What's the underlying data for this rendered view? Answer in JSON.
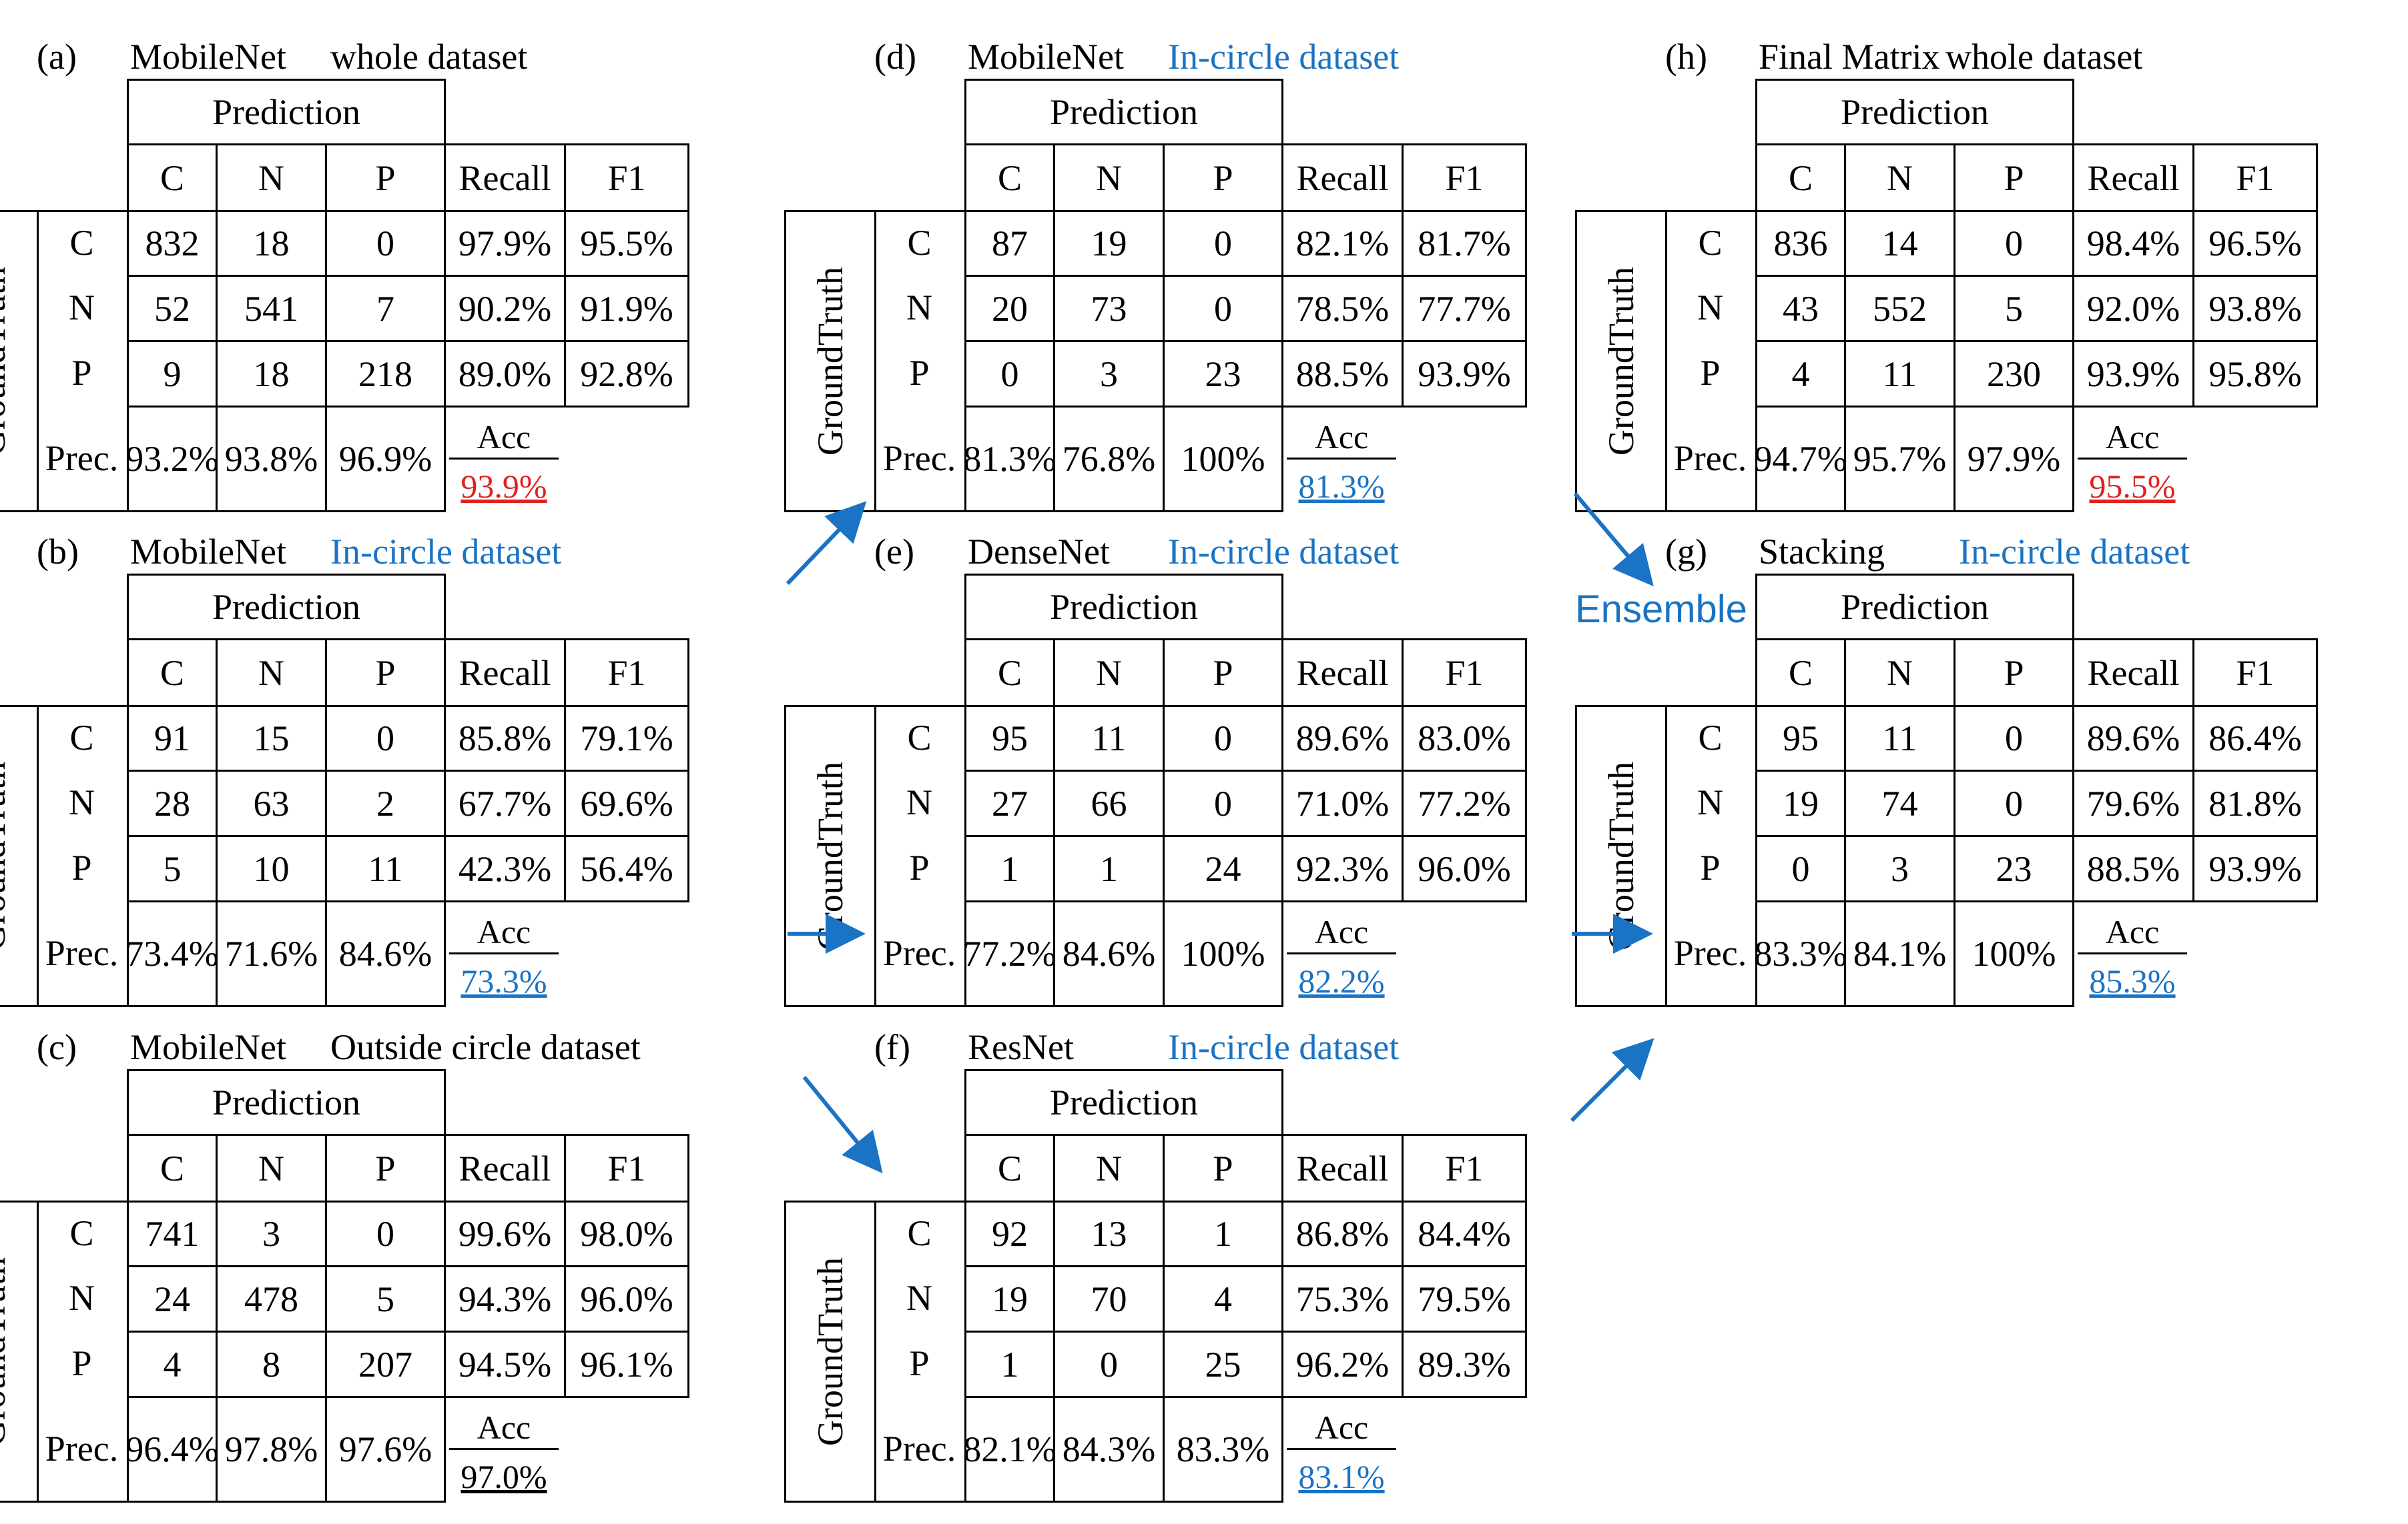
{
  "common": {
    "prediction": "Prediction",
    "groundtruth": "GroundTruth",
    "classes": [
      "C",
      "N",
      "P"
    ],
    "recall": "Recall",
    "f1": "F1",
    "prec": "Prec.",
    "acc": "Acc"
  },
  "ensemble_label": "Ensemble",
  "colors": {
    "blue": "#1a73c4",
    "red": "#e02020",
    "black": "#000000"
  },
  "panels": [
    {
      "id": "a",
      "label": "(a)",
      "model": "MobileNet",
      "dataset": "whole dataset",
      "dataset_color": "black",
      "rows": [
        [
          "832",
          "18",
          "0",
          "97.9%",
          "95.5%"
        ],
        [
          "52",
          "541",
          "7",
          "90.2%",
          "91.9%"
        ],
        [
          "9",
          "18",
          "218",
          "89.0%",
          "92.8%"
        ]
      ],
      "prec": [
        "93.2%",
        "93.8%",
        "96.9%"
      ],
      "acc": "93.9%",
      "acc_color": "red"
    },
    {
      "id": "b",
      "label": "(b)",
      "model": "MobileNet",
      "dataset": "In-circle dataset",
      "dataset_color": "blue",
      "rows": [
        [
          "91",
          "15",
          "0",
          "85.8%",
          "79.1%"
        ],
        [
          "28",
          "63",
          "2",
          "67.7%",
          "69.6%"
        ],
        [
          "5",
          "10",
          "11",
          "42.3%",
          "56.4%"
        ]
      ],
      "prec": [
        "73.4%",
        "71.6%",
        "84.6%"
      ],
      "acc": "73.3%",
      "acc_color": "blue"
    },
    {
      "id": "c",
      "label": "(c)",
      "model": "MobileNet",
      "dataset": "Outside circle dataset",
      "dataset_color": "black",
      "rows": [
        [
          "741",
          "3",
          "0",
          "99.6%",
          "98.0%"
        ],
        [
          "24",
          "478",
          "5",
          "94.3%",
          "96.0%"
        ],
        [
          "4",
          "8",
          "207",
          "94.5%",
          "96.1%"
        ]
      ],
      "prec": [
        "96.4%",
        "97.8%",
        "97.6%"
      ],
      "acc": "97.0%",
      "acc_color": "black"
    },
    {
      "id": "d",
      "label": "(d)",
      "model": "MobileNet",
      "dataset": "In-circle dataset",
      "dataset_color": "blue",
      "rows": [
        [
          "87",
          "19",
          "0",
          "82.1%",
          "81.7%"
        ],
        [
          "20",
          "73",
          "0",
          "78.5%",
          "77.7%"
        ],
        [
          "0",
          "3",
          "23",
          "88.5%",
          "93.9%"
        ]
      ],
      "prec": [
        "81.3%",
        "76.8%",
        "100%"
      ],
      "acc": "81.3%",
      "acc_color": "blue"
    },
    {
      "id": "e",
      "label": "(e)",
      "model": "DenseNet",
      "dataset": "In-circle dataset",
      "dataset_color": "blue",
      "rows": [
        [
          "95",
          "11",
          "0",
          "89.6%",
          "83.0%"
        ],
        [
          "27",
          "66",
          "0",
          "71.0%",
          "77.2%"
        ],
        [
          "1",
          "1",
          "24",
          "92.3%",
          "96.0%"
        ]
      ],
      "prec": [
        "77.2%",
        "84.6%",
        "100%"
      ],
      "acc": "82.2%",
      "acc_color": "blue"
    },
    {
      "id": "f",
      "label": "(f)",
      "model": "ResNet",
      "dataset": "In-circle dataset",
      "dataset_color": "blue",
      "rows": [
        [
          "92",
          "13",
          "1",
          "86.8%",
          "84.4%"
        ],
        [
          "19",
          "70",
          "4",
          "75.3%",
          "79.5%"
        ],
        [
          "1",
          "0",
          "25",
          "96.2%",
          "89.3%"
        ]
      ],
      "prec": [
        "82.1%",
        "84.3%",
        "83.3%"
      ],
      "acc": "83.1%",
      "acc_color": "blue"
    },
    {
      "id": "h",
      "label": "(h)",
      "model": "Final Matrix",
      "dataset": "whole dataset",
      "dataset_color": "black",
      "rows": [
        [
          "836",
          "14",
          "0",
          "98.4%",
          "96.5%"
        ],
        [
          "43",
          "552",
          "5",
          "92.0%",
          "93.8%"
        ],
        [
          "4",
          "11",
          "230",
          "93.9%",
          "95.8%"
        ]
      ],
      "prec": [
        "94.7%",
        "95.7%",
        "97.9%"
      ],
      "acc": "95.5%",
      "acc_color": "red"
    },
    {
      "id": "g",
      "label": "(g)",
      "model": "Stacking",
      "dataset": "In-circle dataset",
      "dataset_color": "blue",
      "rows": [
        [
          "95",
          "11",
          "0",
          "89.6%",
          "86.4%"
        ],
        [
          "19",
          "74",
          "0",
          "79.6%",
          "81.8%"
        ],
        [
          "0",
          "3",
          "23",
          "88.5%",
          "93.9%"
        ]
      ],
      "prec": [
        "83.3%",
        "84.1%",
        "100%"
      ],
      "acc": "85.3%",
      "acc_color": "blue"
    }
  ]
}
